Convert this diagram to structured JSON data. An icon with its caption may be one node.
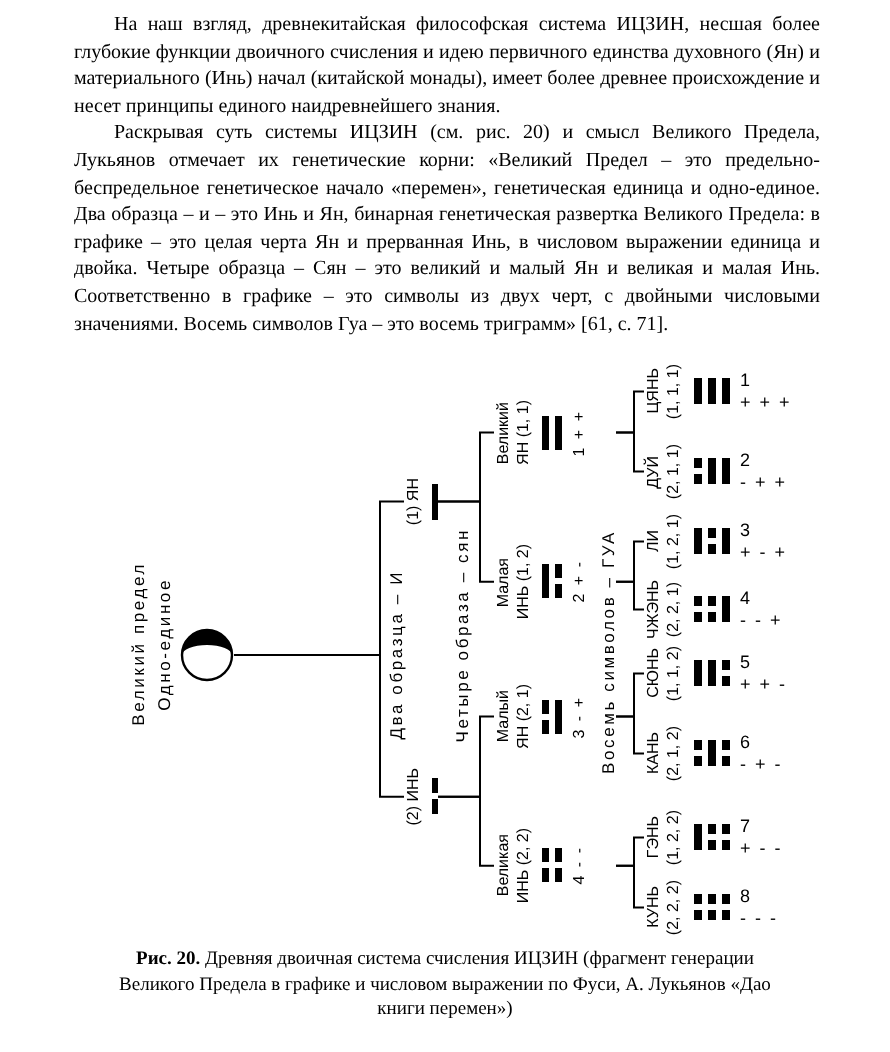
{
  "diagram": {
    "caption": "**Рис. 20.** Древняя двоичная система счисления ИЦЗИН (фрагмент генерации Великого Предела в графике и числовом выражении по Фуси, А. Лукьянов «Дао книги перемен»)",
    "nodes": [
      {
        "text": [],
        "shape": "circle",
        "beside": [
          "Великий предел",
          "Одно-единое"
        ]
      },
      {
        "text": [
          "(1) ЯН"
        ]
      },
      {
        "text": [
          "(2) ИНЬ"
        ]
      },
      {
        "text": [
          "Великий",
          "ЯН (1, 1)",
          "1 + +"
        ]
      },
      {
        "text": [
          "Малая",
          "ИНЬ (1, 2)",
          "2 + -"
        ]
      },
      {
        "text": [
          "Малый",
          "ЯН (2, 1)",
          "3 - +"
        ]
      },
      {
        "text": [
          "Великая",
          "ИНЬ (2, 2)",
          "4 - -"
        ]
      },
      {
        "text": [
          "ЦЯНЬ",
          "(1, 1, 1)",
          "1",
          "+ + +"
        ]
      },
      {
        "text": [
          "ДУЙ",
          "(2, 1, 1)",
          "2",
          "- + +"
        ]
      },
      {
        "text": [
          "ЛИ",
          "(1, 2, 1)",
          "3",
          "+ - +"
        ]
      },
      {
        "text": [
          "ЧЖЭНЬ",
          "(2, 2, 1)",
          "4",
          "- - +"
        ]
      },
      {
        "text": [
          "СЮНЬ",
          "(1, 1, 2)",
          "5",
          "+ + -"
        ]
      },
      {
        "text": [
          "КАНЬ",
          "(2, 1, 2)",
          "6",
          "- + -"
        ]
      },
      {
        "text": [
          "ГЭНЬ",
          "(1, 2, 2)",
          "7",
          "+ - -"
        ]
      },
      {
        "text": [
          "КУНЬ",
          "(2, 2, 2)",
          "8",
          "- - -"
        ]
      }
    ],
    "edges": [
      {
        "from": 0,
        "to": 1,
        "arrow": "none"
      },
      {
        "from": 0,
        "to": 2,
        "arrow": "none"
      },
      {
        "from": 1,
        "to": 3,
        "arrow": "none"
      },
      {
        "from": 1,
        "to": 4,
        "arrow": "none"
      },
      {
        "from": 2,
        "to": 5,
        "arrow": "none"
      },
      {
        "from": 2,
        "to": 6,
        "arrow": "none"
      },
      {
        "from": 3,
        "to": 7,
        "arrow": "none"
      },
      {
        "from": 3,
        "to": 8,
        "arrow": "none"
      },
      {
        "from": 4,
        "to": 9,
        "arrow": "none"
      },
      {
        "from": 4,
        "to": 10,
        "arrow": "none"
      },
      {
        "from": 5,
        "to": 11,
        "arrow": "none"
      },
      {
        "from": 5,
        "to": 12,
        "arrow": "none"
      },
      {
        "from": 6,
        "to": 13,
        "arrow": "none"
      },
      {
        "from": 6,
        "to": 14,
        "arrow": "none"
      }
    ],
    "labels": [
      "На наш взгляд, древнекитайская философская система ИЦЗИН, несшая более глубокие функции двоичного счисления и идею первичного единства духовного (Ян) и материального (Инь) начал (китайской монады), имеет более древнее происхождение и несет принципы единого наидревнейшего знания.",
      "Раскрывая суть системы ИЦЗИН (см. рис. 20) и смысл Великого Предела, Лукьянов отмечает их генетические корни: «Великий Предел – это предельно-беспредельное генетическое начало «перемен», генетическая единица и одно-единое. Два образца – и – это Инь и Ян, бинарная генетическая развертка Великого Предела: в графике – это целая черта Ян и прерванная Инь, в числовом выражении единица и двойка. Четыре образца – Сян – это великий и малый Ян и великая и малая Инь. Соответственно в графике – это символы из двух черт, с двойными числовыми значениями. Восемь символов Гуа – это восемь триграмм» [61, с. 71].",
      "Два образца – И",
      "Четыре образа – сян",
      "Восемь символов – ГУА"
    ]
  }
}
